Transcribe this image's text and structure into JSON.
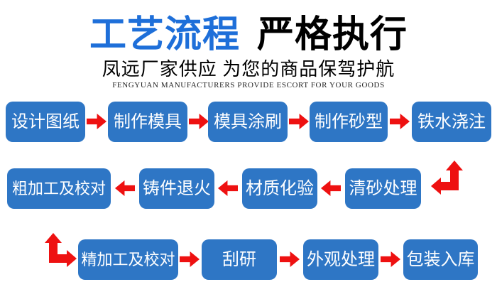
{
  "header": {
    "title_primary": "工艺流程",
    "title_secondary": "严格执行",
    "subtitle": "凤远厂家供应 为您的商品保驾护航",
    "tagline_en": "FENGYUAN MANUFACTURERS PROVIDE ESCORT FOR YOUR GOODS"
  },
  "colors": {
    "title_blue": "#1e6fd9",
    "title_black": "#000000",
    "box_blue": "#2e76c5",
    "box_text": "#ffffff",
    "arrow_red": "#ee1111"
  },
  "flow": {
    "rows": [
      {
        "direction": "right",
        "steps": [
          "设计图纸",
          "制作模具",
          "模具涂刷",
          "制作砂型",
          "铁水浇注"
        ]
      },
      {
        "direction": "left",
        "steps": [
          "清砂处理",
          "材质化验",
          "铸件退火",
          "粗加工及校对"
        ]
      },
      {
        "direction": "right",
        "steps": [
          "精加工及校对",
          "刮研",
          "外观处理",
          "包装入库"
        ]
      }
    ]
  }
}
